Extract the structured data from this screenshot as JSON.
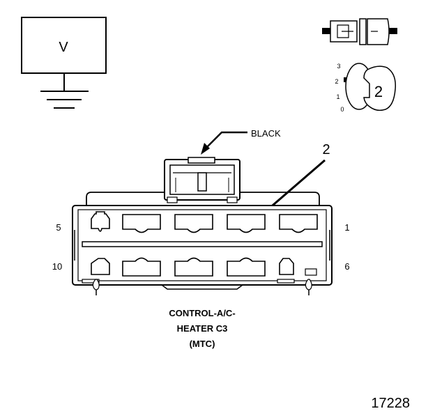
{
  "meter": {
    "symbol": "V"
  },
  "key_switch": {
    "positions": [
      "3",
      "2",
      "1",
      "0"
    ],
    "selected": "2"
  },
  "wire_callout": {
    "color_label": "BLACK"
  },
  "pin_callout": {
    "number": "2"
  },
  "connector": {
    "pin_labels": {
      "top_left": "5",
      "top_right": "1",
      "bottom_left": "10",
      "bottom_right": "6"
    },
    "caption_lines": [
      "CONTROL-A/C-",
      "HEATER C3",
      "(MTC)"
    ]
  },
  "figure_id": "17228"
}
